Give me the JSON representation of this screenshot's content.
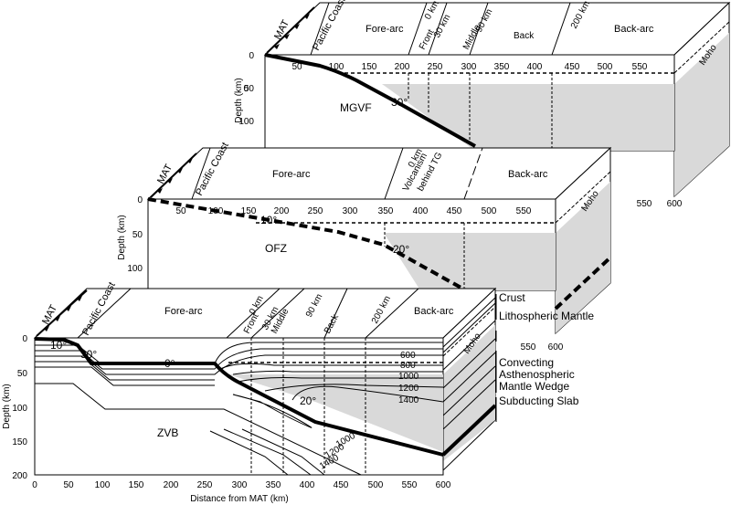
{
  "labels": {
    "mat": "MAT",
    "pacific_coast": "Pacific Coast",
    "fore_arc": "Fore-arc",
    "back_arc": "Back-arc",
    "front": "Front",
    "middle": "Middle",
    "back": "Back",
    "km0": "0 km",
    "km30": "30 km",
    "km90": "90 km",
    "km200": "200 km",
    "volcanism": "Volcanism",
    "behind_tg": "behind TG",
    "moho": "Moho",
    "depth_axis": "Depth (km)",
    "distance_axis": "Distance from MAT (km)"
  },
  "sections": {
    "top": {
      "name": "MGVF",
      "dip": "30°"
    },
    "middle": {
      "name": "OFZ",
      "dip_shallow": "10°",
      "dip_deep": "20°"
    },
    "bottom": {
      "name": "ZVB",
      "dip_shallow": "10°",
      "dip_mid": "30°",
      "dip_flat": "0°",
      "dip_deep": "20°"
    }
  },
  "legend": {
    "crust": "Crust",
    "lithospheric_mantle": "Lithospheric Mantle",
    "convecting_wedge": "Convecting Asthenospheric Mantle Wedge",
    "subducting_slab": "Subducting Slab"
  },
  "isotherms": [
    "600",
    "800",
    "1000",
    "1200",
    "1400"
  ],
  "isotherms_lower": [
    "1000",
    "1200",
    "1400"
  ],
  "axis_ticks": {
    "x": [
      "0",
      "50",
      "100",
      "150",
      "200",
      "250",
      "300",
      "350",
      "400",
      "450",
      "500",
      "550",
      "600"
    ],
    "y_bottom": [
      "0",
      "50",
      "100",
      "150",
      "200"
    ],
    "y_upper": [
      "0",
      "50",
      "100"
    ]
  }
}
